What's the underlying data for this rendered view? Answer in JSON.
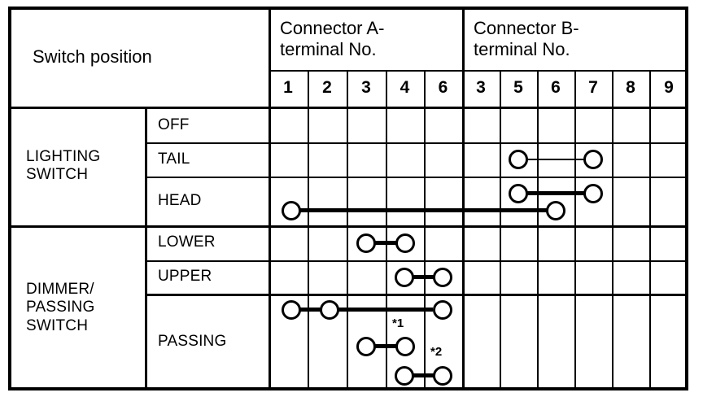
{
  "table": {
    "title": "Switch position",
    "connector_groups": [
      {
        "id": "A",
        "label": "Connector A-\nterminal No.",
        "terminals": [
          "1",
          "2",
          "3",
          "4",
          "6"
        ]
      },
      {
        "id": "B",
        "label": "Connector B-\nterminal No.",
        "terminals": [
          "3",
          "5",
          "6",
          "7",
          "8",
          "9"
        ]
      }
    ],
    "switch_groups": [
      {
        "name": "LIGHTING\nSWITCH",
        "positions": [
          {
            "label": "OFF",
            "connections": []
          },
          {
            "label": "TAIL",
            "connections": [
              {
                "terminals": [
                  "B5",
                  "B7"
                ],
                "weight": "thin"
              }
            ]
          },
          {
            "label": "HEAD",
            "connections": [
              {
                "terminals": [
                  "B5",
                  "B7"
                ],
                "weight": "thick"
              },
              {
                "terminals": [
                  "A1",
                  "B6"
                ],
                "weight": "thick"
              }
            ]
          }
        ]
      },
      {
        "name": "DIMMER/\nPASSING\nSWITCH",
        "positions": [
          {
            "label": "LOWER",
            "connections": [
              {
                "terminals": [
                  "A3",
                  "A4"
                ],
                "weight": "thick"
              }
            ]
          },
          {
            "label": "UPPER",
            "connections": [
              {
                "terminals": [
                  "A4",
                  "A6"
                ],
                "weight": "thick"
              }
            ]
          },
          {
            "label": "PASSING",
            "connections": [
              {
                "terminals": [
                  "A1",
                  "A2",
                  "A6"
                ],
                "weight": "thick"
              },
              {
                "terminals": [
                  "A3",
                  "A4"
                ],
                "weight": "thick",
                "note": "*1"
              },
              {
                "terminals": [
                  "A4",
                  "A6"
                ],
                "weight": "thick",
                "note": "*2"
              }
            ]
          }
        ]
      }
    ],
    "notes": [
      "*1",
      "*2"
    ],
    "colors": {
      "ink": "#000000",
      "paper": "#ffffff"
    }
  }
}
